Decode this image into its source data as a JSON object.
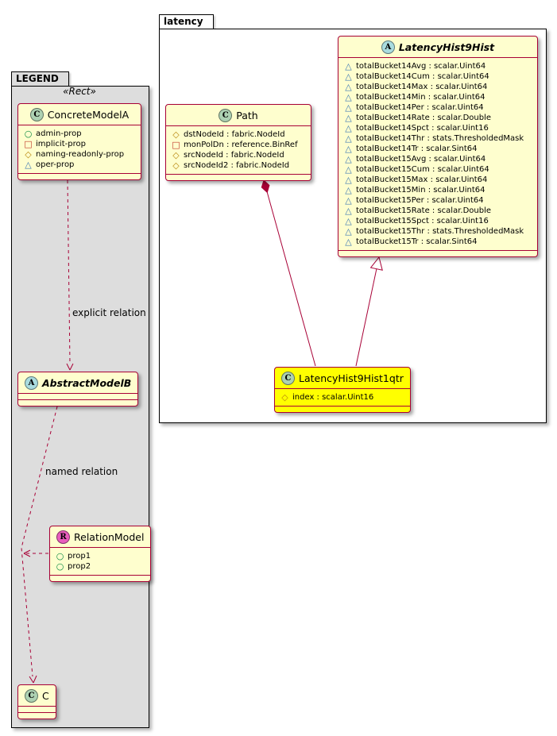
{
  "packages": {
    "latency": {
      "label": "latency"
    },
    "legend": {
      "label": "LEGEND",
      "stereotype": "«Rect»"
    }
  },
  "classes": {
    "hist": {
      "spot": "A",
      "name": "LatencyHist9Hist",
      "attributes": [
        {
          "icon": "package-private-icon",
          "text": "totalBucket14Avg : scalar.Uint64"
        },
        {
          "icon": "package-private-icon",
          "text": "totalBucket14Cum : scalar.Uint64"
        },
        {
          "icon": "package-private-icon",
          "text": "totalBucket14Max : scalar.Uint64"
        },
        {
          "icon": "package-private-icon",
          "text": "totalBucket14Min : scalar.Uint64"
        },
        {
          "icon": "package-private-icon",
          "text": "totalBucket14Per : scalar.Uint64"
        },
        {
          "icon": "package-private-icon",
          "text": "totalBucket14Rate : scalar.Double"
        },
        {
          "icon": "package-private-icon",
          "text": "totalBucket14Spct : scalar.Uint16"
        },
        {
          "icon": "package-private-icon",
          "text": "totalBucket14Thr : stats.ThresholdedMask"
        },
        {
          "icon": "package-private-icon",
          "text": "totalBucket14Tr : scalar.Sint64"
        },
        {
          "icon": "package-private-icon",
          "text": "totalBucket15Avg : scalar.Uint64"
        },
        {
          "icon": "package-private-icon",
          "text": "totalBucket15Cum : scalar.Uint64"
        },
        {
          "icon": "package-private-icon",
          "text": "totalBucket15Max : scalar.Uint64"
        },
        {
          "icon": "package-private-icon",
          "text": "totalBucket15Min : scalar.Uint64"
        },
        {
          "icon": "package-private-icon",
          "text": "totalBucket15Per : scalar.Uint64"
        },
        {
          "icon": "package-private-icon",
          "text": "totalBucket15Rate : scalar.Double"
        },
        {
          "icon": "package-private-icon",
          "text": "totalBucket15Spct : scalar.Uint16"
        },
        {
          "icon": "package-private-icon",
          "text": "totalBucket15Thr : stats.ThresholdedMask"
        },
        {
          "icon": "package-private-icon",
          "text": "totalBucket15Tr : scalar.Sint64"
        }
      ]
    },
    "path": {
      "spot": "C",
      "name": "Path",
      "attributes": [
        {
          "icon": "protected-icon",
          "text": "dstNodeId : fabric.NodeId"
        },
        {
          "icon": "private-icon",
          "text": "monPolDn : reference.BinRef"
        },
        {
          "icon": "protected-icon",
          "text": "srcNodeId : fabric.NodeId"
        },
        {
          "icon": "protected-icon",
          "text": "srcNodeId2 : fabric.NodeId"
        }
      ]
    },
    "qtr": {
      "spot": "C",
      "name": "LatencyHist9Hist1qtr",
      "attributes": [
        {
          "icon": "protected-icon",
          "text": "index : scalar.Uint16"
        }
      ]
    },
    "concrete": {
      "spot": "C",
      "name": "ConcreteModelA",
      "attributes": [
        {
          "icon": "public-icon",
          "text": "admin-prop"
        },
        {
          "icon": "private-icon",
          "text": "implicit-prop"
        },
        {
          "icon": "protected-icon",
          "text": "naming-readonly-prop"
        },
        {
          "icon": "package-private-icon",
          "text": "oper-prop"
        }
      ]
    },
    "abstract": {
      "spot": "A",
      "name": "AbstractModelB",
      "attributes": []
    },
    "relationmodel": {
      "spot": "R",
      "name": "RelationModel",
      "attributes": [
        {
          "icon": "public-icon",
          "text": "prop1"
        },
        {
          "icon": "public-icon",
          "text": "prop2"
        }
      ]
    },
    "c": {
      "spot": "C",
      "name": "C",
      "attributes": []
    }
  },
  "edges": [
    {
      "type": "dashed-arrow",
      "from": "ConcreteModelA",
      "to": "AbstractModelB",
      "label": "explicit relation"
    },
    {
      "type": "dashed-arrow",
      "from": "AbstractModelB",
      "to": "C",
      "label": "named relation"
    },
    {
      "type": "dashed-link",
      "from": "RelationModel",
      "to": "named-relation-line",
      "label": ""
    },
    {
      "type": "composition",
      "from": "Path",
      "to": "LatencyHist9Hist1qtr",
      "label": ""
    },
    {
      "type": "generalization",
      "from": "LatencyHist9Hist1qtr",
      "to": "LatencyHist9Hist",
      "label": ""
    }
  ],
  "colors": {
    "class_bg": "#FEFECE",
    "class_border": "#A80036",
    "relation_line": "#A80036",
    "highlight_bg": "#FFFF00",
    "legend_bg": "#DDDDDD",
    "spot_class": "#ADD1B2",
    "spot_abstract": "#A9DCDF",
    "spot_relation": "#E95DBD",
    "icon_public": "#0B8A43",
    "icon_private": "#C0392B",
    "icon_protected": "#B8860B",
    "icon_package_private": "#3C78B4"
  }
}
